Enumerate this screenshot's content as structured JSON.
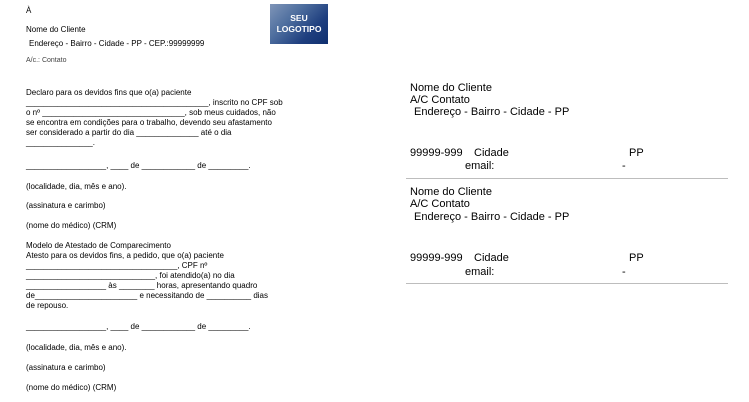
{
  "left_form": {
    "header": {
      "to": "À",
      "client_name": "Nome do Cliente",
      "address": "Endereço - Bairro  - Cidade - PP - CEP.:99999999",
      "attention": "A/c.: Contato"
    },
    "logo_text": [
      "SEU",
      "LOGOTIPO"
    ],
    "declaration": [
      "Declaro para os devidos fins que o(a) paciente",
      "_________________________________________, inscrito no CPF sob",
      "o nº ________________________________, sob meus cuidados, não",
      "se encontra em condições para o trabalho, devendo seu afastamento",
      "ser considerado a partir do dia ______________ até o dia",
      "_______________."
    ],
    "date_line": "__________________, ____ de ____________ de _________.",
    "locality_note": "(localidade, dia, mês e ano).",
    "signature_note": "(assinatura e carimbo)",
    "doctor_note": "(nome do médico) (CRM)",
    "model_title": "Modelo de Atestado de Comparecimento",
    "attendance": [
      "Atesto para os devidos fins, a pedido, que o(a) paciente",
      "__________________________________, CPF nº",
      "_____________________________, foi atendido(a) no dia",
      "__________________ às ________ horas,  apresentando quadro",
      "de_______________________ e necessitando de __________ dias",
      "de repouso."
    ],
    "date_line_2": "__________________, ____ de ____________ de _________.",
    "locality_note_2": "(localidade, dia, mês e ano).",
    "signature_note_2": "(assinatura e carimbo)",
    "doctor_note_2": "(nome do médico) (CRM)"
  },
  "labels": [
    {
      "client_name": "Nome do Cliente",
      "contact": "A/C  Contato",
      "address": "Endereço - Bairro  - Cidade - PP",
      "cep": "99999-999",
      "city": "Cidade",
      "state": "PP",
      "email_label": "email:",
      "dash": "-"
    },
    {
      "client_name": "Nome do Cliente",
      "contact": "A/C  Contato",
      "address": "Endereço - Bairro  - Cidade - PP",
      "cep": "99999-999",
      "city": "Cidade",
      "state": "PP",
      "email_label": "email:",
      "dash": "-"
    }
  ]
}
